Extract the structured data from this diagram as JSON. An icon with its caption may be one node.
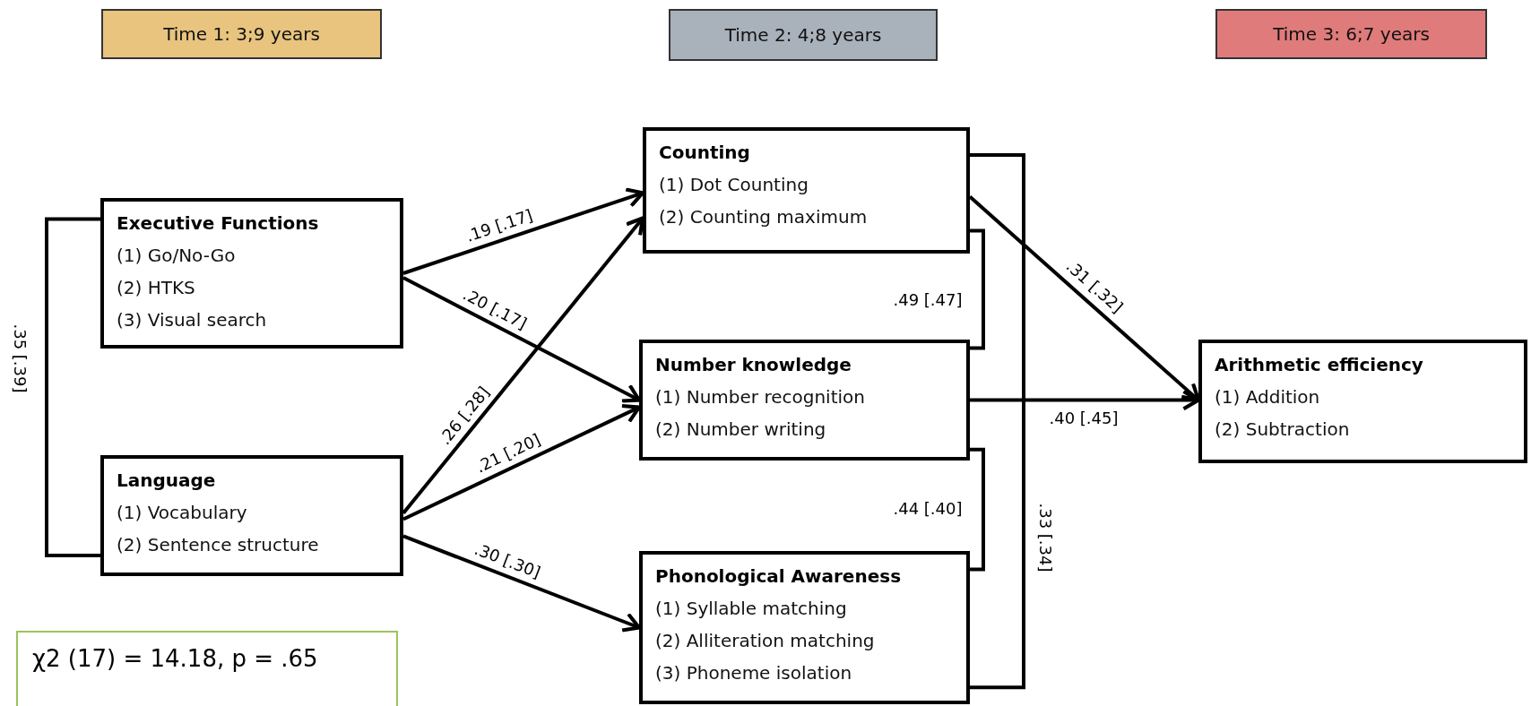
{
  "diagram": {
    "nodes": [
      {
        "text": [
          "Time 1: 3;9 years"
        ]
      },
      {
        "text": [
          "Time 2: 4;8 years"
        ]
      },
      {
        "text": [
          "Time 3: 6;7 years"
        ]
      },
      {
        "text": [
          "Executive Functions",
          "(1) Go/No-Go",
          "(2) HTKS",
          "(3) Visual search"
        ]
      },
      {
        "text": [
          "Language",
          "(1) Vocabulary",
          "(2) Sentence structure"
        ]
      },
      {
        "text": [
          "Counting",
          "(1) Dot Counting",
          "(2) Counting maximum"
        ]
      },
      {
        "text": [
          "Number knowledge",
          "(1) Number recognition",
          "(2) Number writing"
        ]
      },
      {
        "text": [
          "Phonological Awareness",
          "(1) Syllable matching",
          "(2) Alliteration matching",
          "(3) Phoneme isolation"
        ]
      },
      {
        "text": [
          "Arithmetic efficiency",
          "(1) Addition",
          "(2) Subtraction"
        ]
      },
      {
        "text": [
          "χ2 (17) = 14.18, p = .65"
        ]
      }
    ],
    "edges": [
      {
        "from": 3,
        "to": 5,
        "arrow": "to",
        "label": ".19 [.17]"
      },
      {
        "from": 3,
        "to": 6,
        "arrow": "to",
        "label": ".20 [.17]"
      },
      {
        "from": 4,
        "to": 5,
        "arrow": "to",
        "label": ".26 [.28]"
      },
      {
        "from": 4,
        "to": 6,
        "arrow": "to",
        "label": ".21 [.20]"
      },
      {
        "from": 4,
        "to": 7,
        "arrow": "to",
        "label": ".30 [.30]"
      },
      {
        "from": 5,
        "to": 8,
        "arrow": "to",
        "label": ".31 [.32]"
      },
      {
        "from": 6,
        "to": 8,
        "arrow": "to",
        "label": ".40 [.45]"
      },
      {
        "from": 3,
        "to": 4,
        "arrow": "none",
        "label": ".35 [.39]"
      },
      {
        "from": 5,
        "to": 6,
        "arrow": "none",
        "label": ".49 [.47]"
      },
      {
        "from": 6,
        "to": 7,
        "arrow": "none",
        "label": ".44 [.40]"
      },
      {
        "from": 5,
        "to": 7,
        "arrow": "none",
        "label": ".33 [.34]"
      }
    ]
  }
}
